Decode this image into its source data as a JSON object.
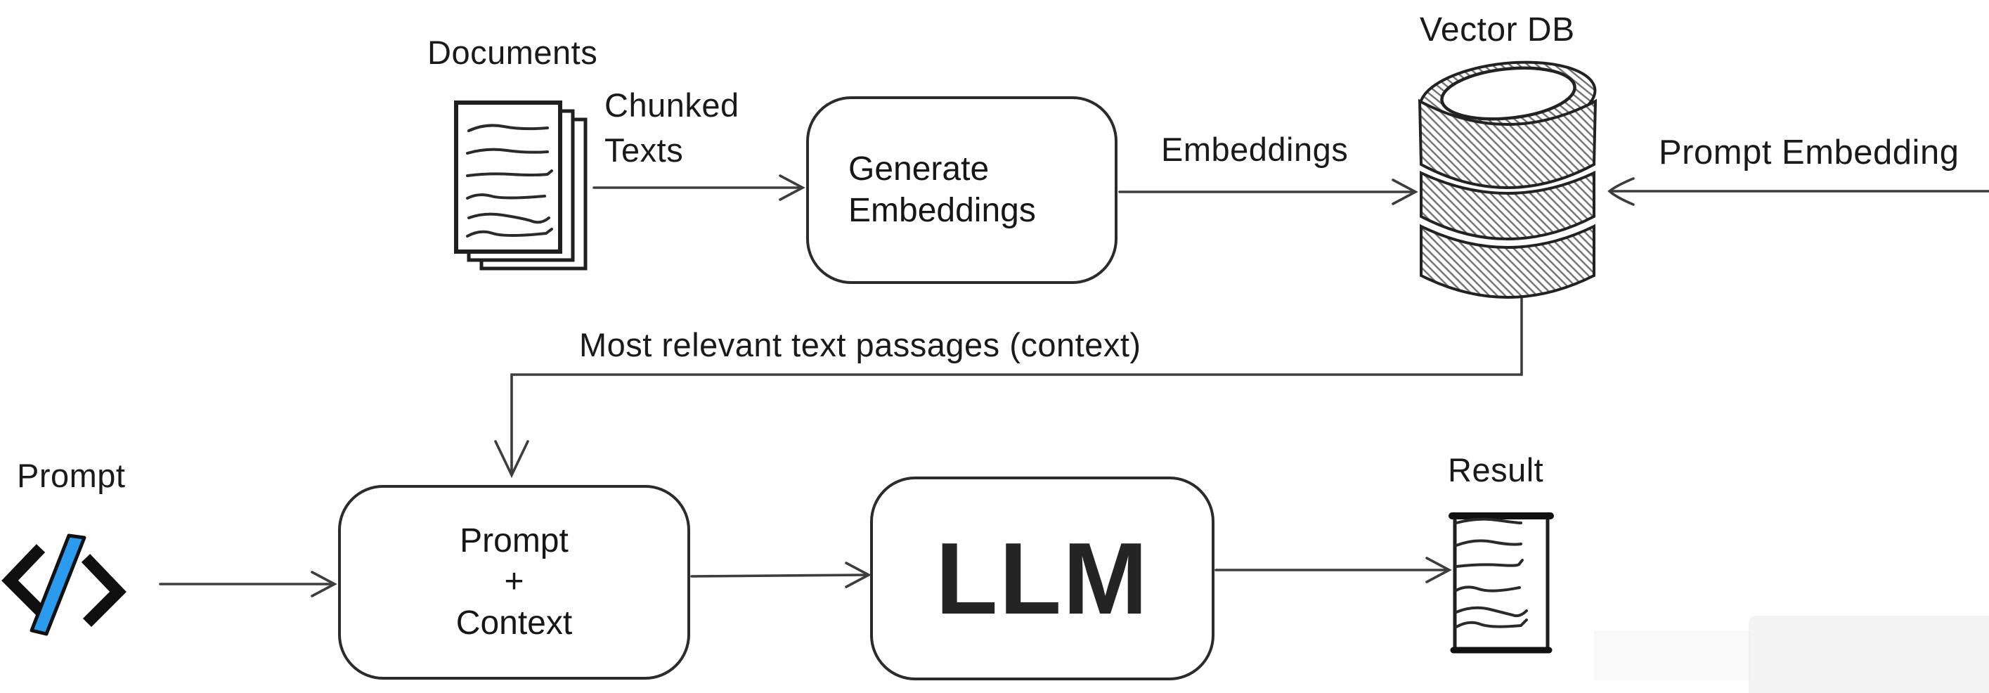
{
  "colors": {
    "background": "#ffffff",
    "ink": "#222222",
    "arrow": "#3d3d3d",
    "text": "#1a1a1a",
    "accent_blue": "#2b9bf0"
  },
  "labels": {
    "documents": "Documents",
    "chunked_texts": "Chunked\nTexts",
    "embeddings": "Embeddings",
    "vector_db": "Vector DB",
    "prompt_embedding": "Prompt Embedding",
    "most_relevant": "Most relevant text passages (context)",
    "prompt": "Prompt",
    "result": "Result"
  },
  "nodes": {
    "generate_embeddings": {
      "label": "Generate\nEmbeddings"
    },
    "prompt_context": {
      "label": "Prompt\n+\nContext"
    },
    "llm": {
      "label": "LLM"
    }
  },
  "icons": {
    "documents_stack": "documents-stack-icon",
    "vector_db": "database-cylinder-icon",
    "code_prompt": "code-brackets-icon",
    "result_document": "result-document-icon"
  }
}
